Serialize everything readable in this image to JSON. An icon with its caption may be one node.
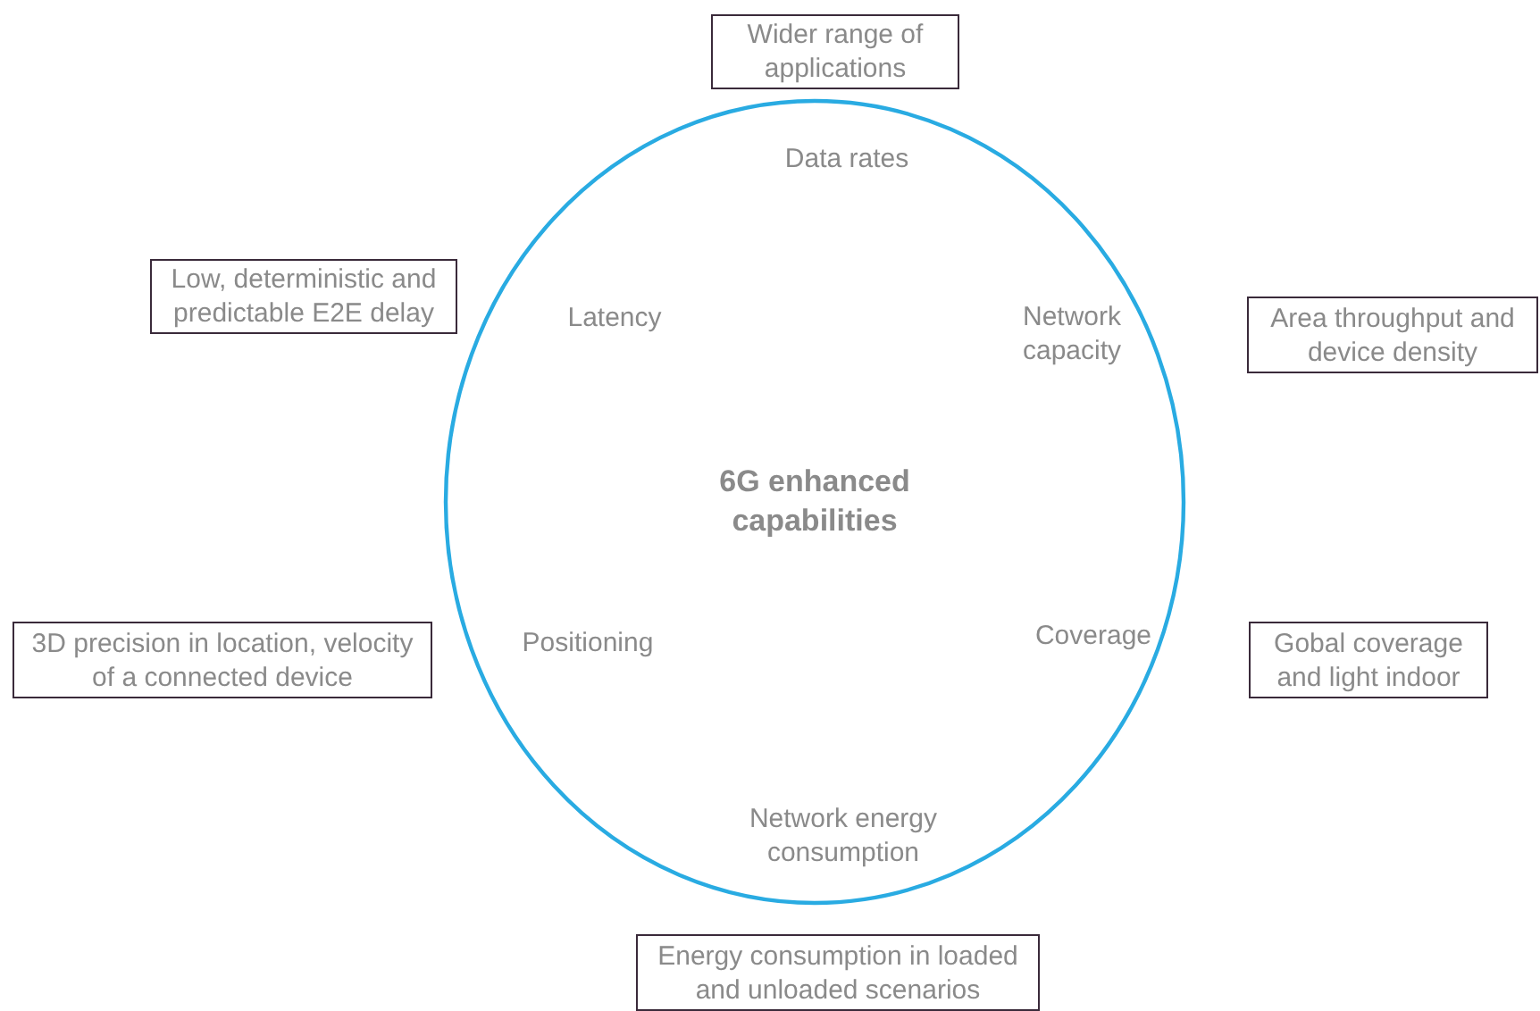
{
  "diagram": {
    "nodes": [
      {
        "text": [
          "6G enhanced capabilities"
        ]
      },
      {
        "text": [
          "Wider range of applications"
        ]
      },
      {
        "text": [
          "Low, deterministic and predictable E2E delay"
        ]
      },
      {
        "text": [
          "Area throughput and device density"
        ]
      },
      {
        "text": [
          "3D precision in location, velocity of  a connected device"
        ]
      },
      {
        "text": [
          "Gobal coverage and light indoor"
        ]
      },
      {
        "text": [
          "Energy consumption in loaded and unloaded scenarios"
        ]
      }
    ],
    "labels": [
      "Data rates",
      "Latency",
      "Network capacity",
      "Positioning",
      "Coverage",
      "Network energy consumption"
    ]
  }
}
